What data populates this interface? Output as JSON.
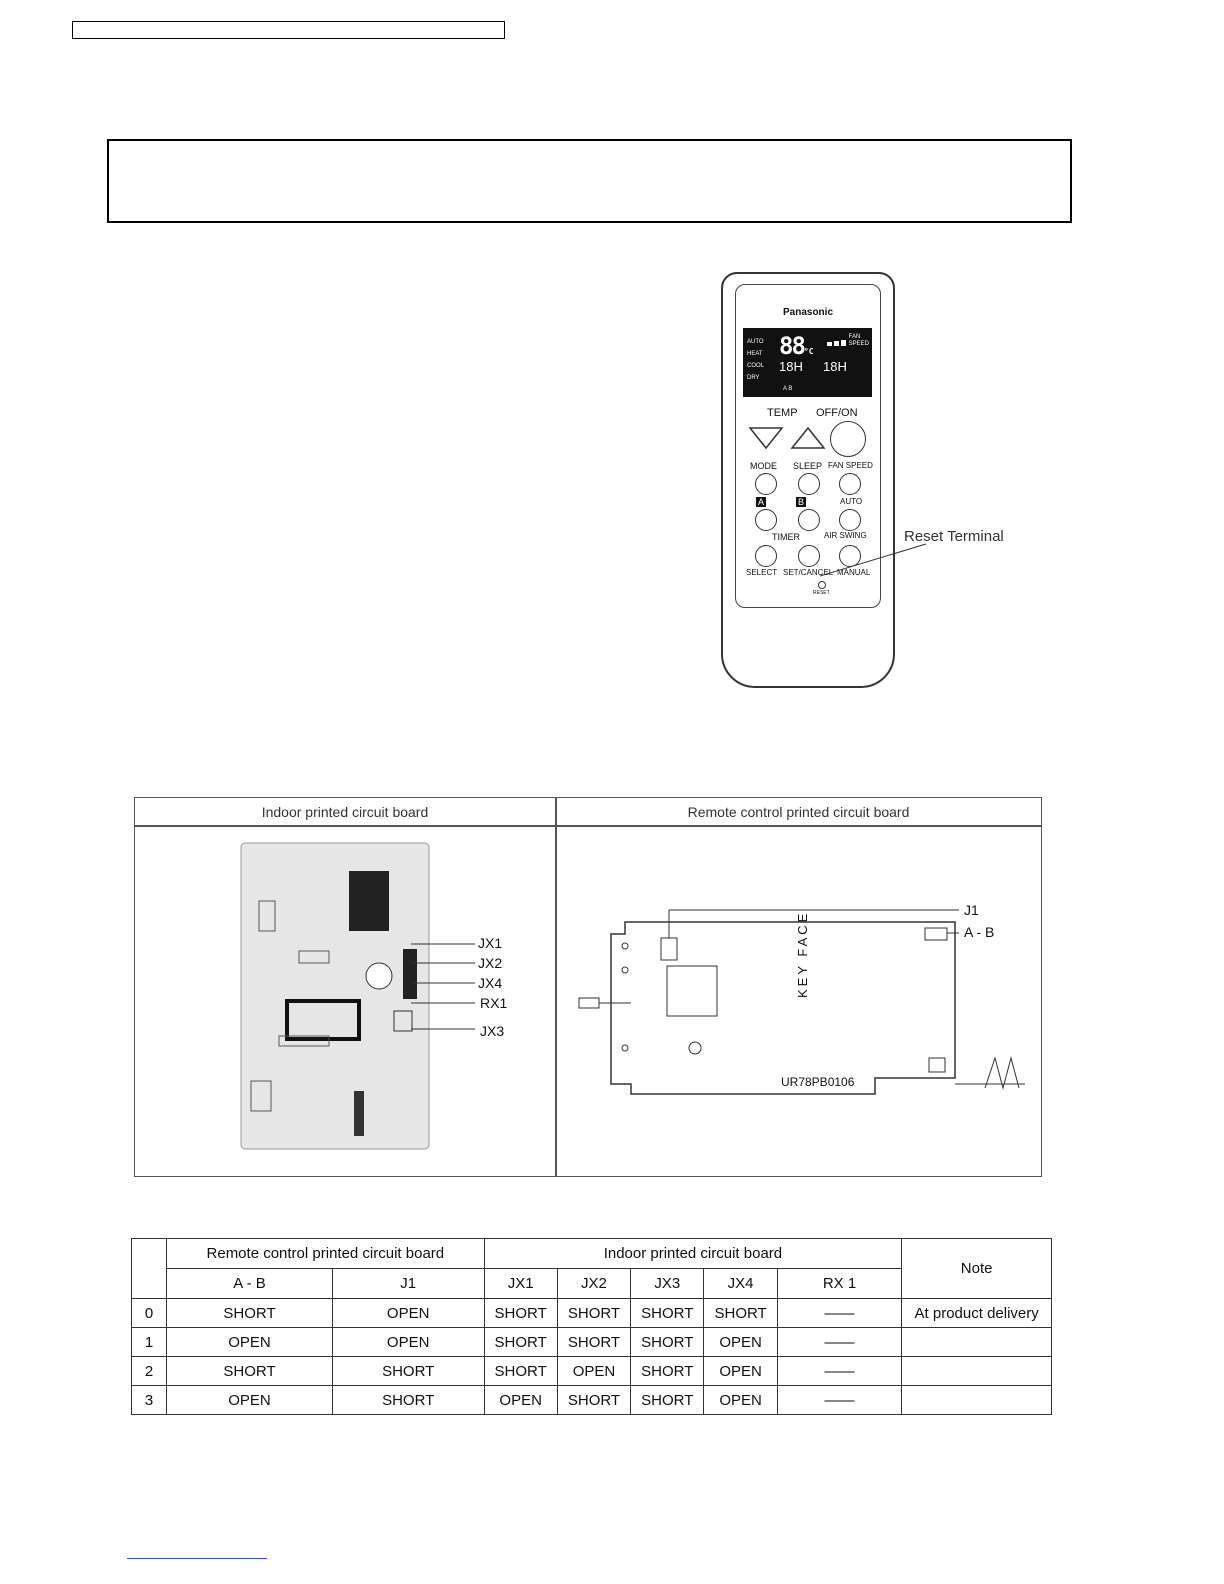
{
  "remote": {
    "brand": "Panasonic",
    "lcd_modes": [
      "AUTO",
      "HEAT",
      "COOL",
      "DRY"
    ],
    "lcd_temp": "88",
    "lcd_unit": "°C",
    "lcd_fan_label_1": "FAN",
    "lcd_fan_label_2": "SPEED",
    "lcd_timer_a": "18H",
    "lcd_timer_b": "18H",
    "lcd_ab": "A   B",
    "temp_label": "TEMP",
    "offon_label": "OFF/ON",
    "mode_label": "MODE",
    "sleep_label": "SLEEP",
    "fanspeed_label": "FAN SPEED",
    "a_label": "A",
    "b_label": "B",
    "auto_label": "AUTO",
    "timer_label": "TIMER",
    "airswing_label": "AIR SWING",
    "select_label": "SELECT",
    "setcancel_label": "SET/CANCEL",
    "manual_label": "MANUAL",
    "reset_label": "RESET",
    "reset_terminal": "Reset Terminal"
  },
  "figure": {
    "indoor_header": "Indoor printed circuit board",
    "remote_header": "Remote control printed circuit board",
    "indoor_labels": [
      "JX1",
      "JX2",
      "JX4",
      "RX1",
      "JX3"
    ],
    "remote_labels": [
      "J1",
      "A - B"
    ],
    "key_face": "KEY FACE",
    "pcb_code": "UR78PB0106"
  },
  "table": {
    "group_remote": "Remote control printed circuit board",
    "group_indoor": "Indoor printed circuit board",
    "note_header": "Note",
    "columns": [
      "A - B",
      "J1",
      "JX1",
      "JX2",
      "JX3",
      "JX4",
      "RX 1"
    ],
    "rows": [
      {
        "id": "0",
        "cells": [
          "SHORT",
          "OPEN",
          "SHORT",
          "SHORT",
          "SHORT",
          "SHORT",
          "——"
        ],
        "note": "At product delivery"
      },
      {
        "id": "1",
        "cells": [
          "OPEN",
          "OPEN",
          "SHORT",
          "SHORT",
          "SHORT",
          "OPEN",
          "——"
        ],
        "note": ""
      },
      {
        "id": "2",
        "cells": [
          "SHORT",
          "SHORT",
          "SHORT",
          "OPEN",
          "SHORT",
          "OPEN",
          "——"
        ],
        "note": ""
      },
      {
        "id": "3",
        "cells": [
          "OPEN",
          "SHORT",
          "OPEN",
          "SHORT",
          "SHORT",
          "OPEN",
          "——"
        ],
        "note": ""
      }
    ]
  }
}
